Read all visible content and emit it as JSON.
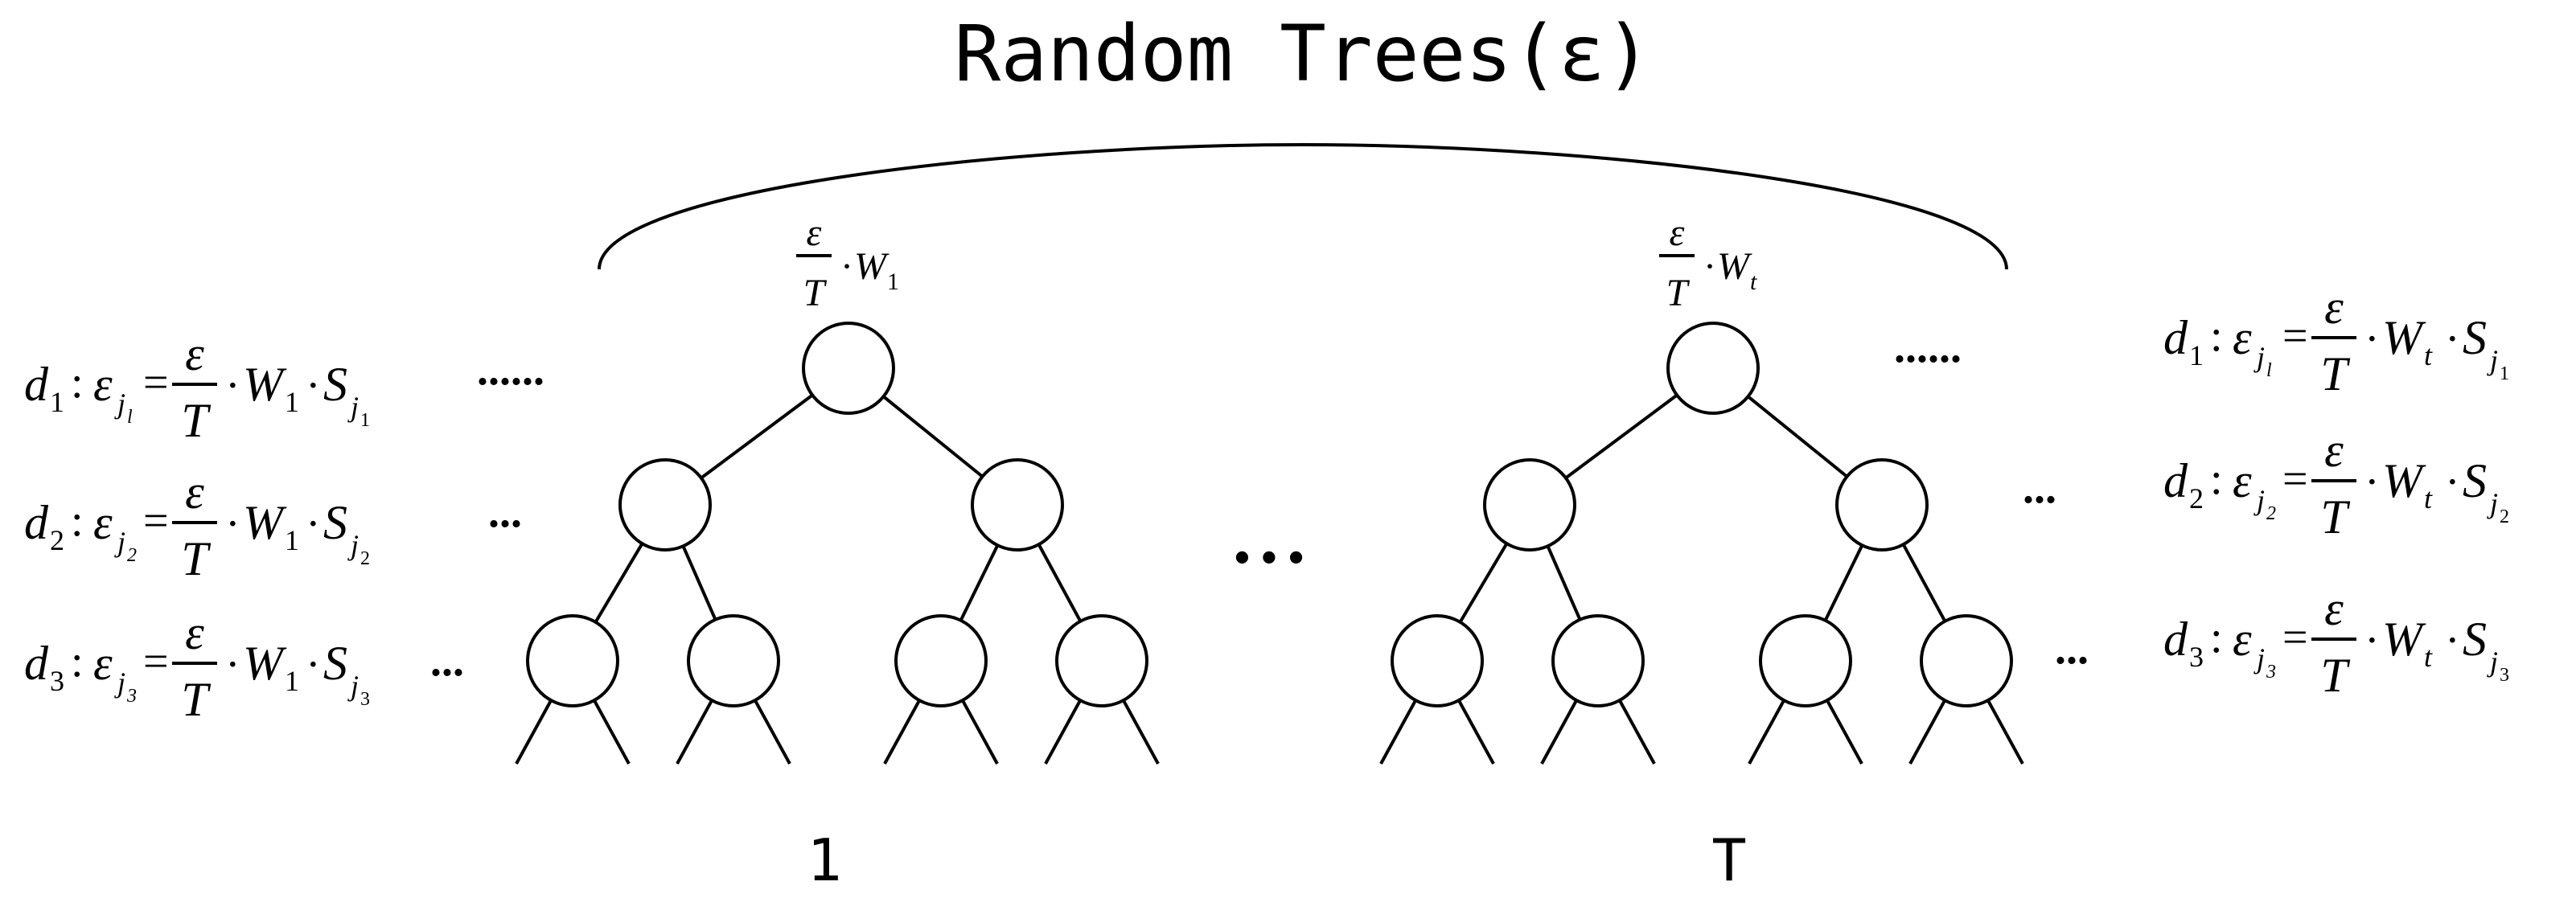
{
  "title": "Random Trees(ε)",
  "trees": [
    {
      "label": "1",
      "weight_sub": "1"
    },
    {
      "label": "T",
      "weight_sub": "t"
    }
  ],
  "between_trees_ellipsis": "• • •",
  "weight_formula": {
    "numerator": "ε",
    "denominator": "T",
    "dot": "·",
    "W": "W"
  },
  "equations_left": [
    {
      "d": "d",
      "d_sub": "1",
      "eps_sub_sub": "l",
      "w_sub": "1",
      "s_sub_sub": "1",
      "trail": "......"
    },
    {
      "d": "d",
      "d_sub": "2",
      "eps_sub_sub": "2",
      "w_sub": "1",
      "s_sub_sub": "2",
      "trail": "..."
    },
    {
      "d": "d",
      "d_sub": "3",
      "eps_sub_sub": "3",
      "w_sub": "1",
      "s_sub_sub": "3",
      "trail": "..."
    }
  ],
  "equations_right": [
    {
      "d": "d",
      "d_sub": "1",
      "eps_sub_sub": "l",
      "w_sub": "t",
      "s_sub_sub": "1",
      "lead": "......"
    },
    {
      "d": "d",
      "d_sub": "2",
      "eps_sub_sub": "2",
      "w_sub": "t",
      "s_sub_sub": "2",
      "lead": "..."
    },
    {
      "d": "d",
      "d_sub": "3",
      "eps_sub_sub": "3",
      "w_sub": "t",
      "s_sub_sub": "3",
      "lead": "..."
    }
  ],
  "symbols": {
    "colon": ":",
    "epsilon": "ε",
    "j": "j",
    "equals": "=",
    "S": "S"
  }
}
